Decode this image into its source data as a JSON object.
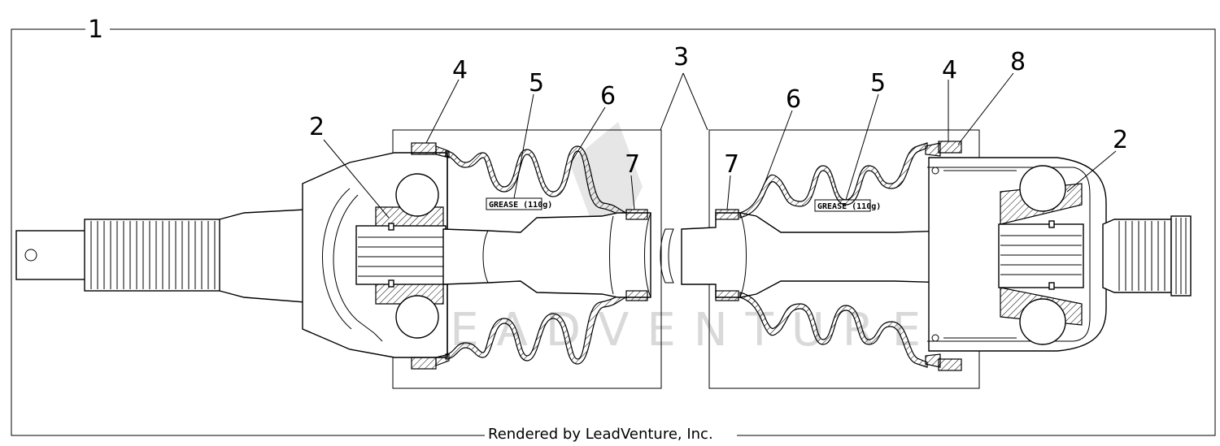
{
  "callouts": {
    "c1": "1",
    "c2_left": "2",
    "c2_right": "2",
    "c3": "3",
    "c4_left": "4",
    "c4_right": "4",
    "c5_left": "5",
    "c5_right": "5",
    "c6_left": "6",
    "c6_right": "6",
    "c7_left": "7",
    "c7_right": "7",
    "c8": "8"
  },
  "labels": {
    "grease_left": "GREASE (110g)",
    "grease_right": "GREASE (110g)"
  },
  "watermark": "LEADVENTURE",
  "footer": "Rendered by LeadVenture, Inc."
}
